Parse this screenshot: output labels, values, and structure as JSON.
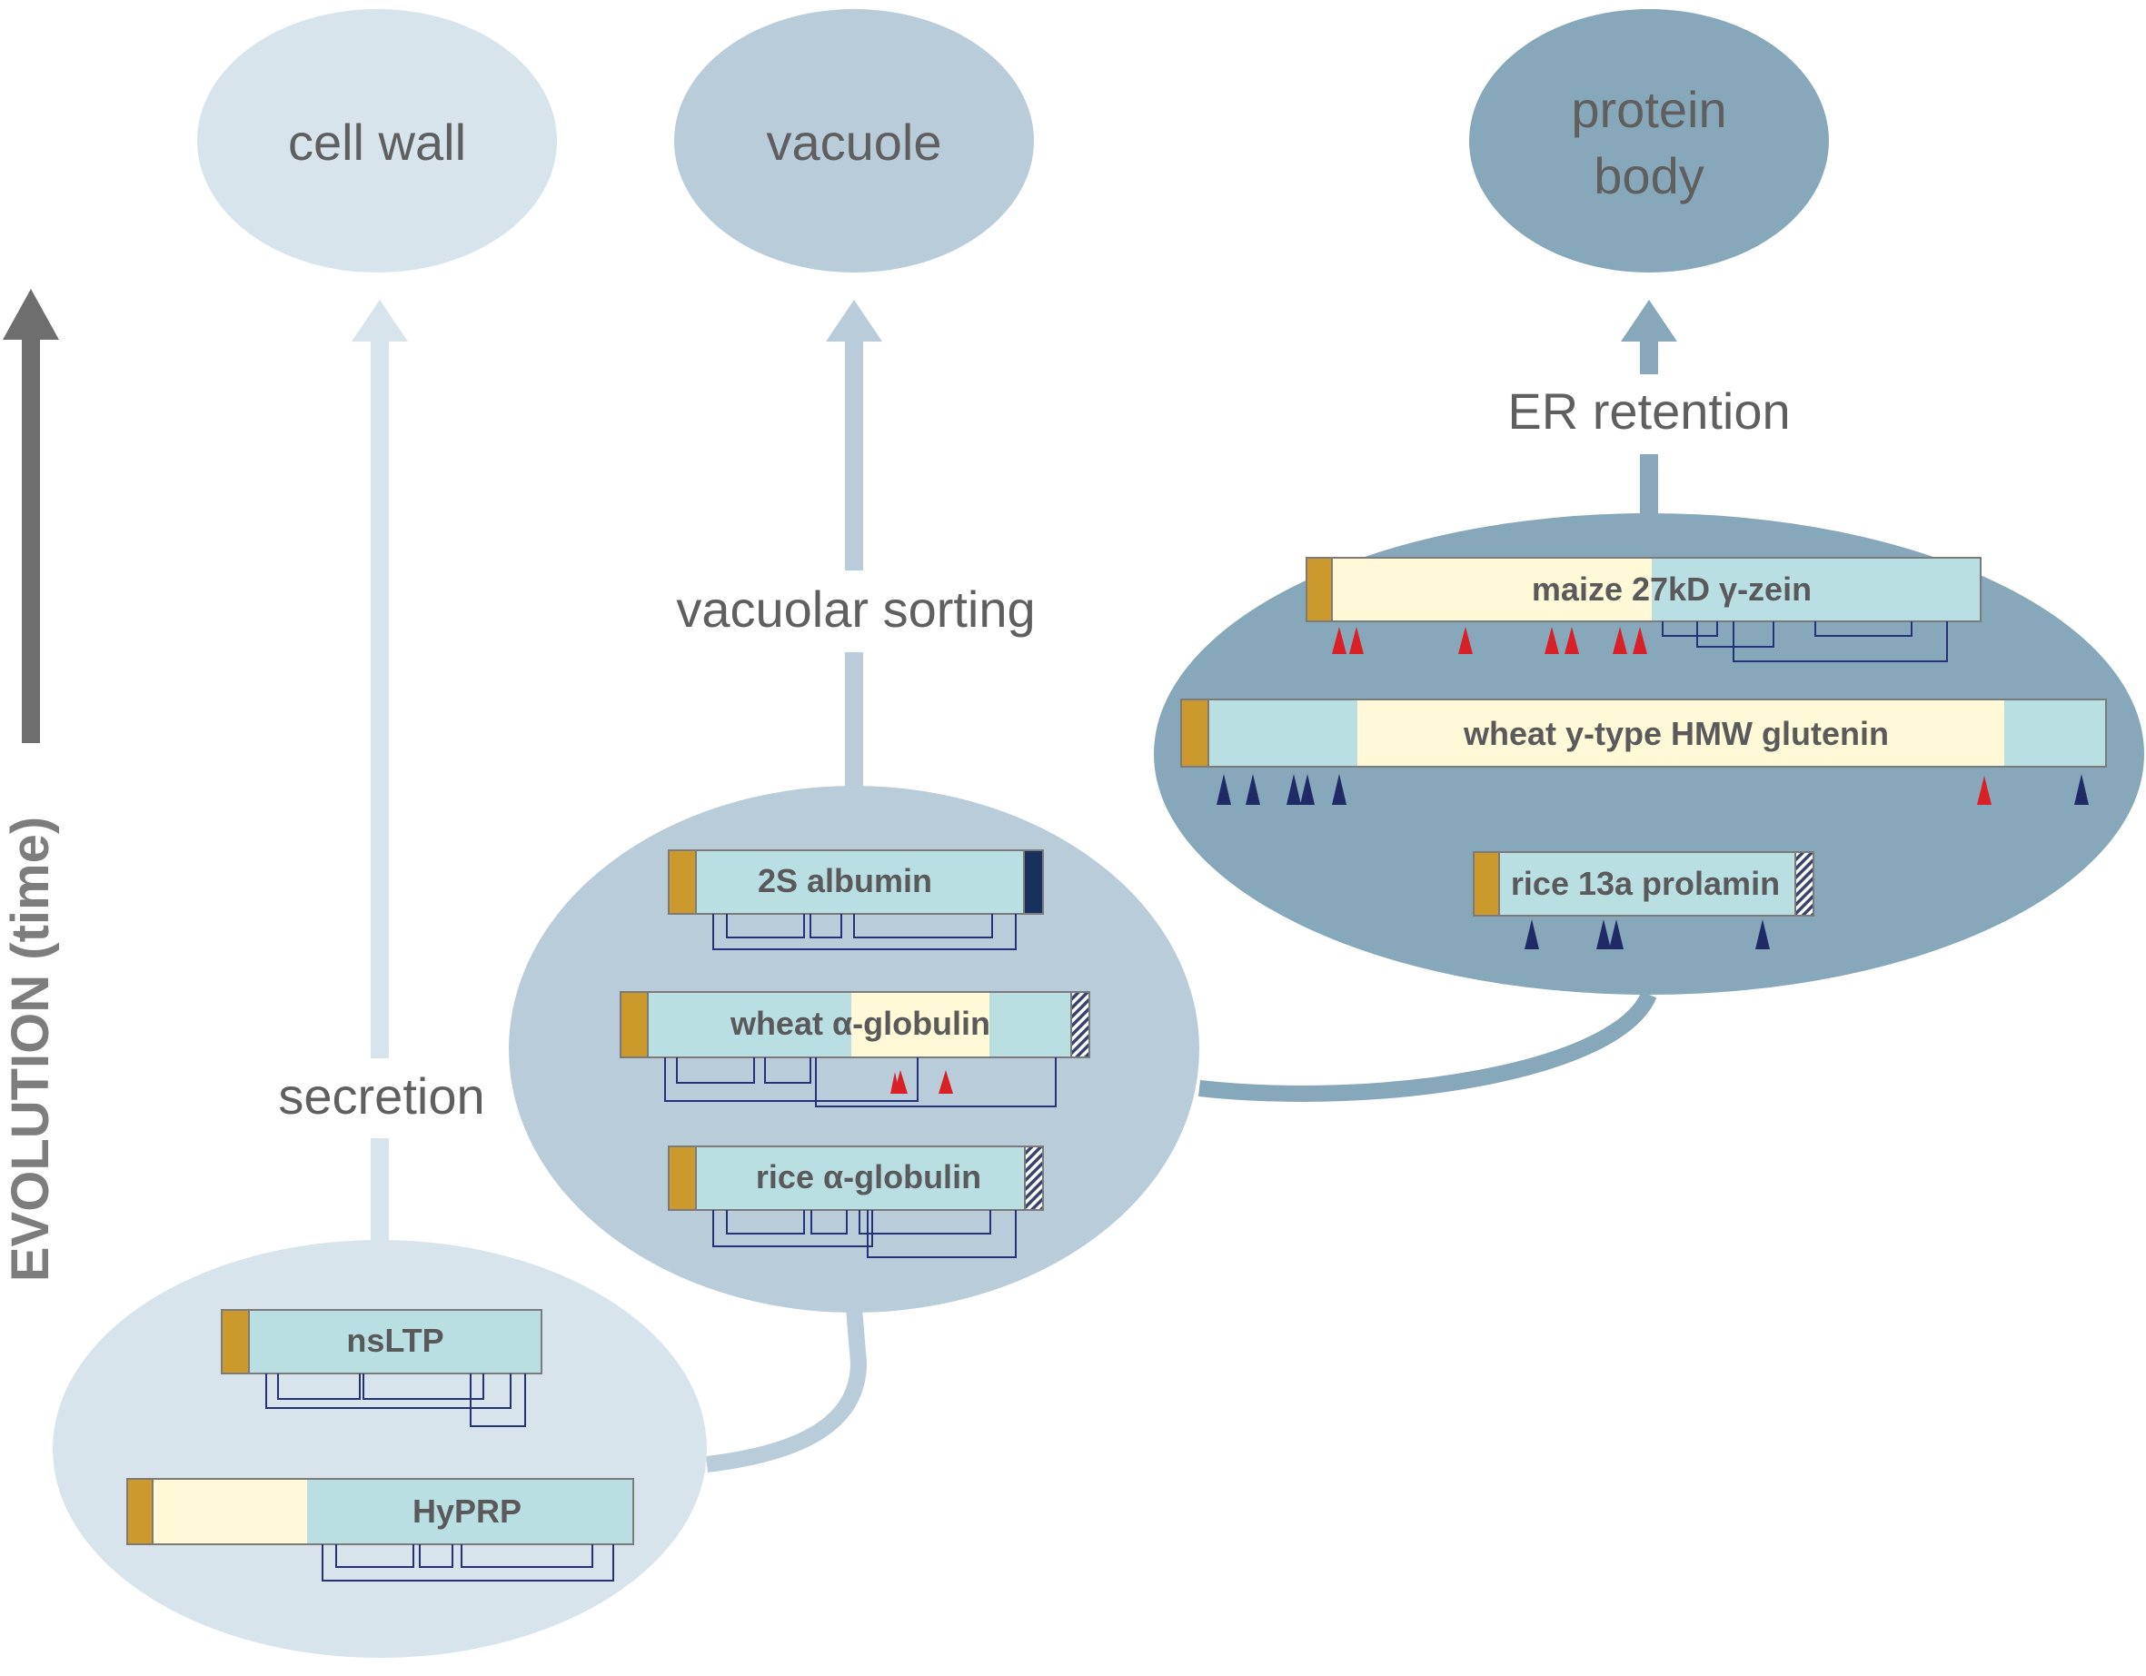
{
  "compartments": {
    "cell_wall": "cell wall",
    "vacuole": "vacuole",
    "protein_body": [
      "protein",
      "body"
    ]
  },
  "pathways": {
    "secretion": "secretion",
    "vacuolar_sorting": "vacuolar sorting",
    "er_retention": "ER retention"
  },
  "evolution_axis": "EVOLUTION (time)",
  "proteins": {
    "nsltp": "nsLTP",
    "hyprp": "HyPRP",
    "albumin_2s": "2S albumin",
    "wheat_alpha_globulin": "wheat α-globulin",
    "rice_alpha_globulin": "rice α-globulin",
    "maize_gamma_zein": "maize 27kD γ-zein",
    "wheat_hmw_glutenin": "wheat y-type HMW glutenin",
    "rice_prolamin": "rice 13a prolamin"
  },
  "colors": {
    "secretion_light": "#d8e4ec",
    "vacuole_mid": "#b8ccda",
    "protein_body_dark": "#86a8ba",
    "signal_peptide": "#cc9a2c",
    "mature_domain": "#b9dfe3",
    "repetitive_domain": "#fff9d8",
    "disulfide_bond": "#24327a",
    "red_triangle": "#d92027",
    "navy_triangle": "#1f2a66",
    "evolution_arrow": "#6e6e6e"
  }
}
